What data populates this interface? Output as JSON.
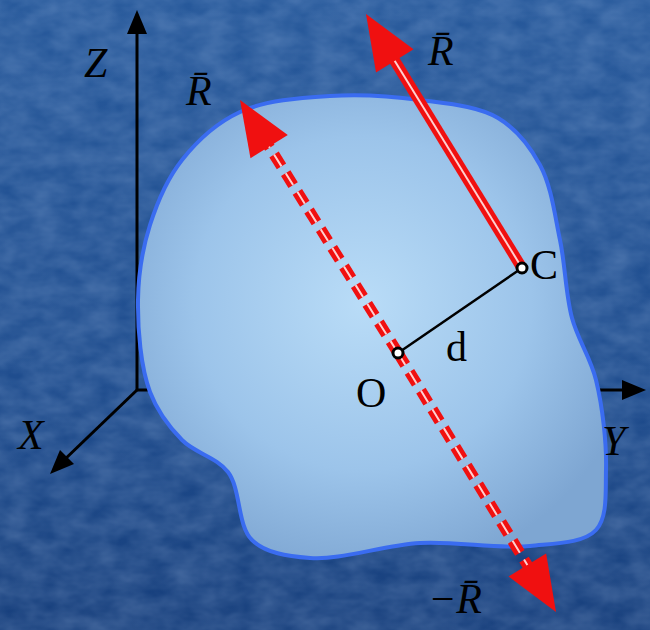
{
  "diagram": {
    "labels": [
      "Z",
      "R̄",
      "R̄",
      "C",
      "d",
      "O",
      "X",
      "Y",
      "−R̄"
    ]
  }
}
